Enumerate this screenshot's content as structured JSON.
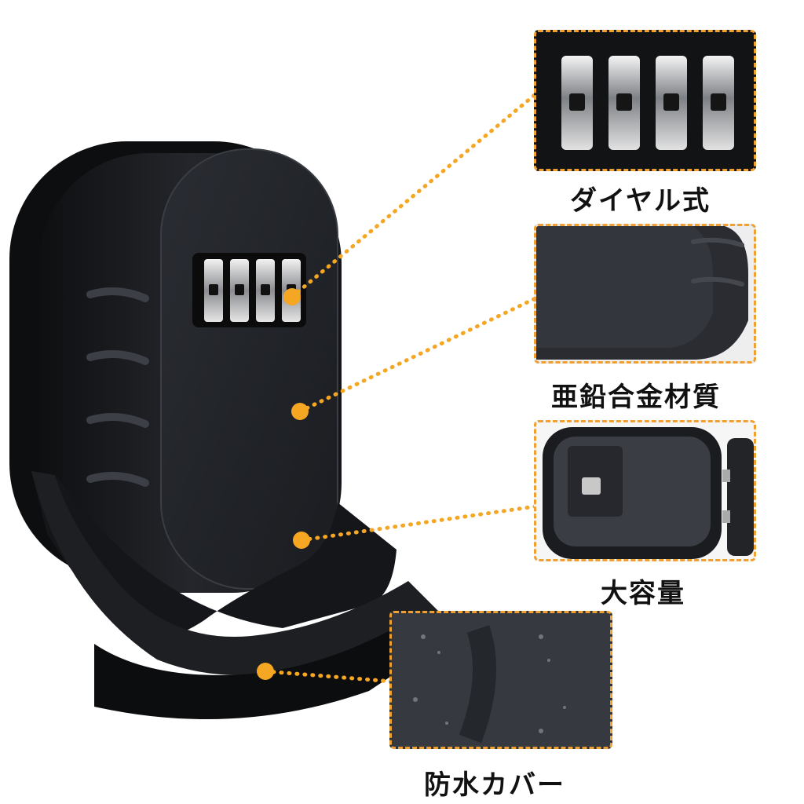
{
  "features": [
    {
      "id": "dial",
      "label": "ダイヤル式",
      "icon": "combination-dial-icon"
    },
    {
      "id": "material",
      "label": "亜鉛合金材質",
      "icon": "zinc-alloy-surface-icon"
    },
    {
      "id": "capacity",
      "label": "大容量",
      "icon": "open-box-interior-icon"
    },
    {
      "id": "cover",
      "label": "防水カバー",
      "icon": "rain-cover-icon"
    }
  ],
  "colors": {
    "accent": "#f5a623",
    "dashed_border": "#f0a030",
    "product": "#1c1e22"
  }
}
